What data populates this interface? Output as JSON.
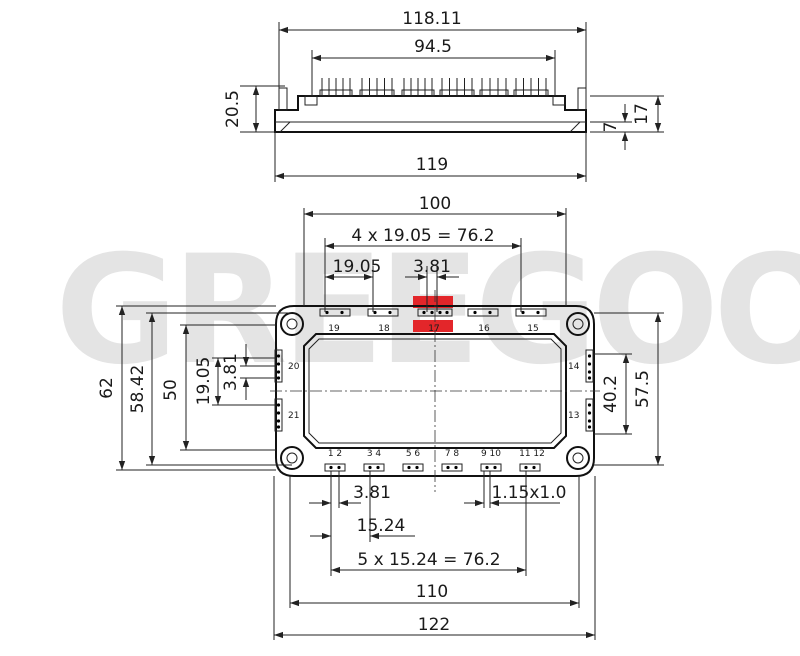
{
  "watermark": {
    "text": "GREEGOO",
    "accent_color": "#e3262a",
    "base_color": "#e4e4e4"
  },
  "side_view": {
    "dims": {
      "overall_top": "118.11",
      "pin_span": "94.5",
      "height_left": "20.5",
      "height_right": "17",
      "base_thickness": "7",
      "base_length": "119"
    }
  },
  "top_view": {
    "dims": {
      "width_100": "100",
      "pin_group_span": "4 x 19.05 = 76.2",
      "pitch_19_05": "19.05",
      "pin_pitch_3_81": "3.81",
      "height_62": "62",
      "height_58_42": "58.42",
      "height_50": "50",
      "left_pitch_19_05": "19.05",
      "left_pin_pitch_3_81": "3.81",
      "right_40_2": "40.2",
      "right_57_5": "57.5",
      "bottom_pin_pitch_3_81": "3.81",
      "pin_size": "1.15x1.0",
      "bottom_pitch_15_24": "15.24",
      "bottom_group_span": "5 x 15.24 = 76.2",
      "width_110": "110",
      "width_122": "122"
    },
    "top_pin_labels": [
      "19",
      "18",
      "17",
      "16",
      "15"
    ],
    "left_pin_labels": [
      "20",
      "21"
    ],
    "right_pin_labels": [
      "14",
      "13"
    ],
    "bottom_pin_labels": [
      "1 2",
      "3 4",
      "5 6",
      "7 8",
      "9 10",
      "11 12"
    ]
  }
}
